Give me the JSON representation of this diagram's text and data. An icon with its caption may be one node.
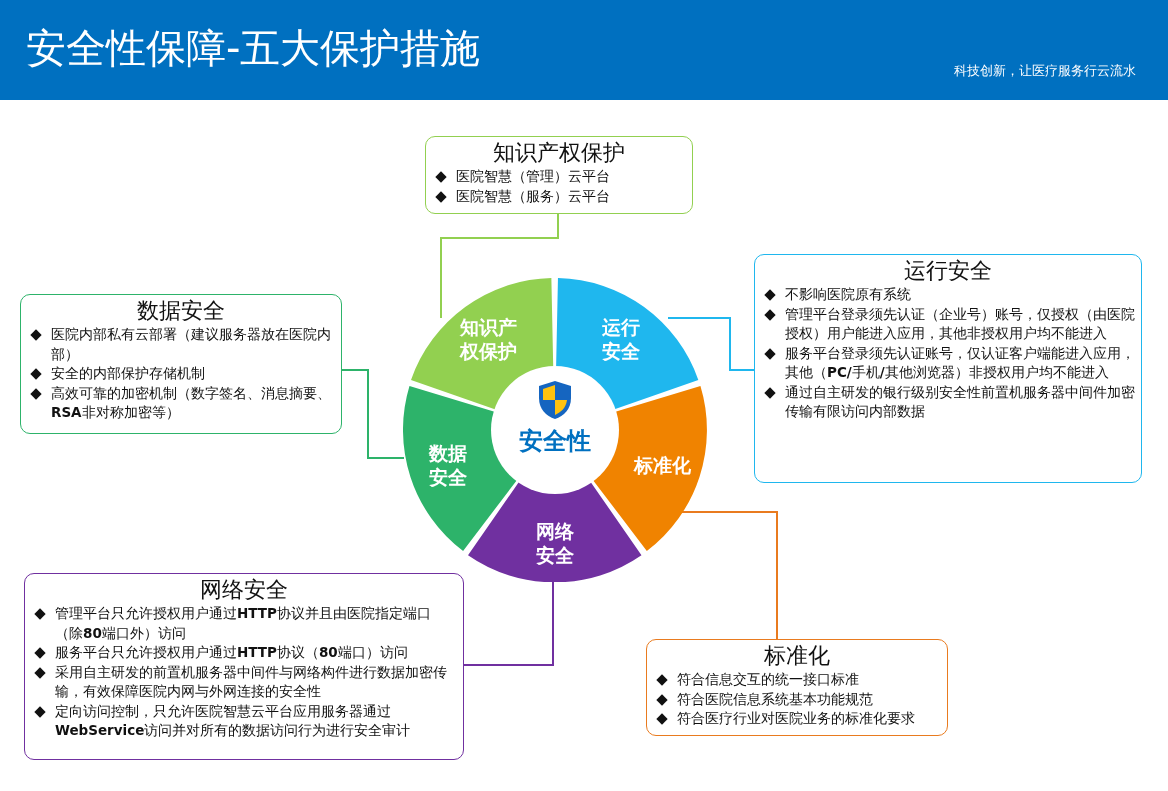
{
  "diagram": {
    "title": "安全性保障-五大保护措施",
    "nodes": [
      {
        "text": [
          "知识产权保护",
          "医院智慧（管理）云平台",
          "医院智慧（服务）云平台"
        ]
      },
      {
        "text": [
          "数据安全",
          "医院内部私有云部署（建议服务器放在医院内部）",
          "安全的内部保护存储机制",
          "高效可靠的加密机制（数字签名、消息摘要、**RSA**非对称加密等）"
        ]
      },
      {
        "text": [
          "运行安全",
          "不影响医院原有系统",
          "管理平台登录须先认证（企业号）账号，仅授权（由医院授权）用户能进入应用，其他非授权用户均不能进入",
          "服务平台登录须先认证账号，仅认证客户端能进入应用，其他（**PC/**手机**/**其他浏览器）非授权用户均不能进入",
          "通过自主研发的银行级别安全性前置机服务器中间件加密传输有限访问内部数据"
        ]
      },
      {
        "text": [
          "知识产权保护"
        ]
      },
      {
        "text": [
          "运行安全"
        ]
      },
      {
        "text": [
          "标准化"
        ]
      },
      {
        "text": [
          "数据安全"
        ]
      },
      {
        "text": [
          "网络安全"
        ]
      },
      {
        "text": [
          "安全性"
        ]
      },
      {
        "text": [
          "网络安全",
          "管理平台只允许授权用户通过**HTTP**协议并且由医院指定端口（除**80**端口外）访问",
          "服务平台只允许授权用户通过**HTTP**协议（**80**端口）访问",
          "采用自主研发的前置机服务器中间件与网络构件进行数据加密传输，有效保障医院内网与外网连接的安全性",
          "定向访问控制，只允许医院智慧云平台应用服务器通过**WebService**访问并对所有的数据访问行为进行安全审计"
        ]
      },
      {
        "text": [
          "标准化",
          "符合信息交互的统一接口标准",
          "符合医院信息系统基本功能规范",
          "符合医疗行业对医院业务的标准化要求"
        ]
      }
    ],
    "edges": [
      {
        "from": 0,
        "to": 3,
        "arrow": "none",
        "color": "#92d050"
      },
      {
        "from": 2,
        "to": 4,
        "arrow": "none",
        "color": "#1fb7ee"
      },
      {
        "from": 1,
        "to": 6,
        "arrow": "none",
        "color": "#2db36a"
      },
      {
        "from": 9,
        "to": 7,
        "arrow": "none",
        "color": "#7030a0"
      },
      {
        "from": 10,
        "to": 5,
        "arrow": "none",
        "color": "#e97b1f"
      }
    ],
    "labels": [
      "科技创新，让医疗服务行云流水"
    ]
  }
}
